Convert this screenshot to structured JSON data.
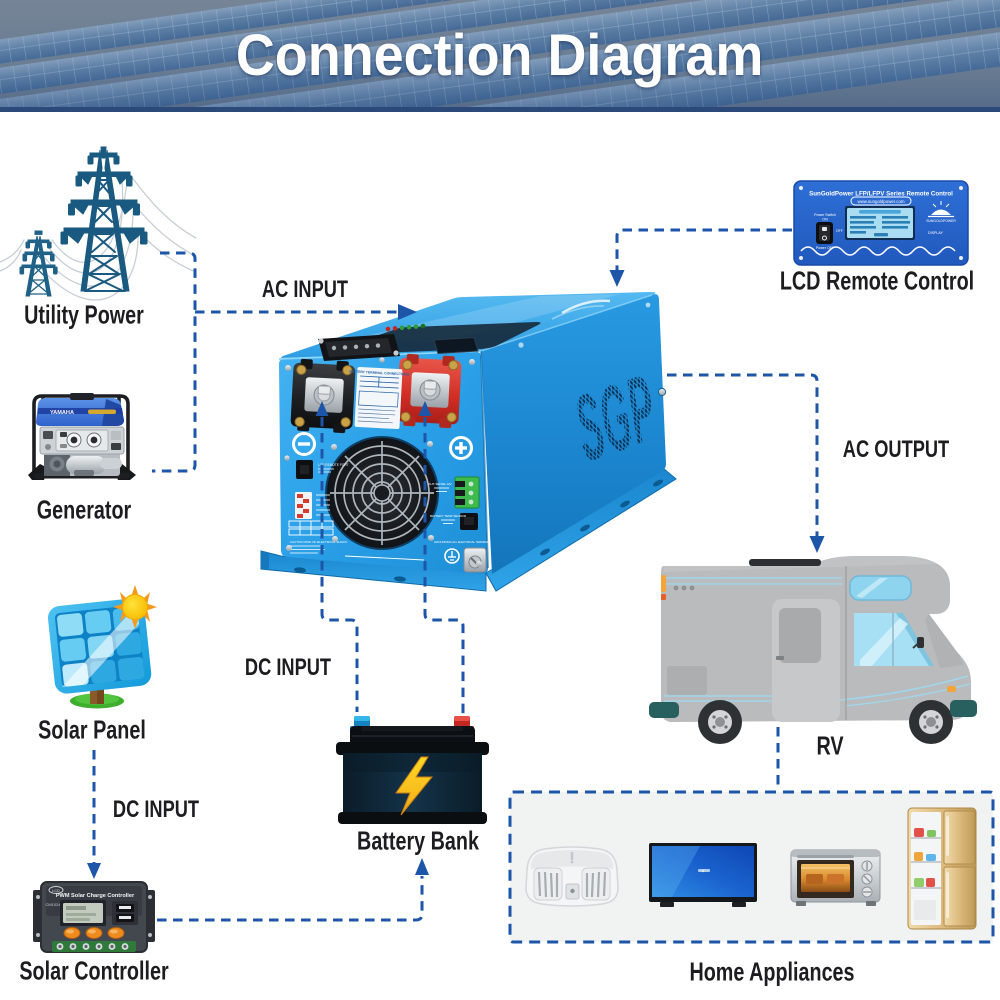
{
  "header": {
    "title": "Connection Diagram"
  },
  "labels": {
    "utility_power": "Utility Power",
    "generator": "Generator",
    "solar_panel": "Solar Panel",
    "solar_controller": "Solar Controller",
    "battery_bank": "Battery Bank",
    "lcd_remote": "LCD Remote Control",
    "rv": "RV",
    "home_appliances": "Home Appliances",
    "ac_input": "AC INPUT",
    "ac_output": "AC OUTPUT",
    "dc_input_solar": "DC INPUT",
    "dc_input_battery": "DC INPUT"
  },
  "inverter": {
    "side_logo": "SGP",
    "plate_title": "BATTERY TERMINAL CONNECTIONS",
    "remote_port_label": "LCD REMOTE PORT",
    "aux_label": "AUX SENSE 12V",
    "battery_temp_label": "BATTERY TEMP SENSOR",
    "caution_label": "CAUTION RISK OF ELECTRICAL SHOCK",
    "ground_label": "GROUNDING  ALL ELECTRICAL TERMINAL"
  },
  "remote": {
    "title": "SunGoldPower LFP/LFPV Series Remote Control",
    "website": "www.sungoldpower.com",
    "brand": "SUNGOLDPOWER",
    "power_label": "Power Switch",
    "power_on": "ON",
    "power_off_label": "Power OFF",
    "off_hint": "OFF",
    "display_label": "DISPLAY"
  },
  "generator_icon": {
    "brand": "YAMAHA"
  },
  "controller_icon": {
    "title": "PWM Solar Charge Controller",
    "model": "CM1024",
    "logo": "LCD"
  },
  "colors": {
    "connector_blue": "#1d55a8",
    "inverter_blue": "#2aa0e8",
    "tower_blue": "#1a5a80",
    "battery_dark": "#0e2433",
    "bolt_yellow": "#ffd21e"
  }
}
